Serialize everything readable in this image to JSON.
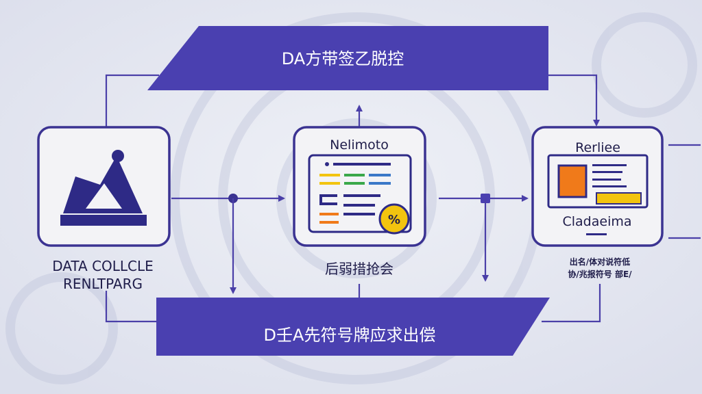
{
  "top_banner": {
    "label": "DA方带签乙脱控"
  },
  "bottom_banner": {
    "label": "D壬A先符号牌应求出偿"
  },
  "nodes": [
    {
      "title": "",
      "label_line1": "DATA COLLCLE",
      "label_line2": "RENLTPARG",
      "icon": "mountain-chart-icon"
    },
    {
      "title": "Nelimoto",
      "label_line1": "后弱措抢会",
      "icon": "document-list-icon",
      "badge": "%"
    },
    {
      "title": "Rerliee",
      "subtitle": "Cladaeima",
      "label_line1": "出名/体对说符低",
      "label_line2": "协/兆报符号 部E/",
      "icon": "report-card-icon"
    }
  ],
  "colors": {
    "banner": "#4a40b0",
    "border": "#3b3392",
    "yellow": "#f2c40f",
    "green": "#3aa84a",
    "blue": "#3a78c8",
    "orange": "#f07a1a"
  }
}
